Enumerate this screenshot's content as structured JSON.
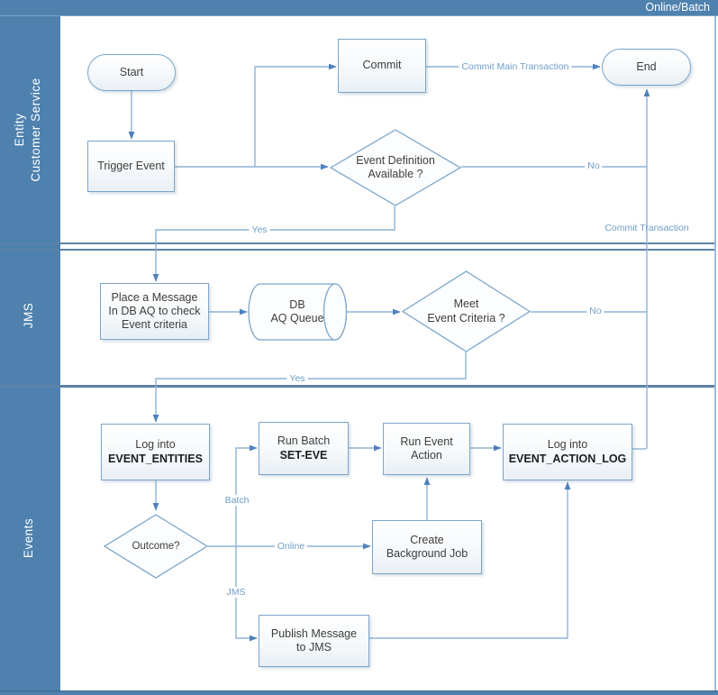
{
  "header": {
    "title": "Online/Batch"
  },
  "lanes": [
    {
      "label_lines": [
        "Entity",
        "Customer Service"
      ]
    },
    {
      "label_lines": [
        "JMS"
      ]
    },
    {
      "label_lines": [
        "Events"
      ]
    }
  ],
  "nodes": {
    "start": {
      "label": "Start"
    },
    "trigger_event": {
      "label": "Trigger Event"
    },
    "commit": {
      "label": "Commit"
    },
    "end": {
      "label": "End"
    },
    "event_definition": {
      "line1": "Event Definition",
      "line2": "Available ?"
    },
    "place_message": {
      "line1": "Place a Message",
      "line2": "In DB AQ to check",
      "line3": "Event criteria"
    },
    "db_aq_queue": {
      "line1": "DB",
      "line2": "AQ Queue"
    },
    "meet_criteria": {
      "line1": "Meet",
      "line2": "Event Criteria ?"
    },
    "log_entities": {
      "line1": "Log into",
      "line2": "EVENT_ENTITIES"
    },
    "run_batch": {
      "line1": "Run Batch",
      "line2": "SET-EVE"
    },
    "run_event_action": {
      "line1": "Run Event",
      "line2": "Action"
    },
    "log_action_log": {
      "line1": "Log into",
      "line2": "EVENT_ACTION_LOG"
    },
    "outcome": {
      "label": "Outcome?"
    },
    "create_background_job": {
      "line1": "Create",
      "line2": "Background Job"
    },
    "publish_message": {
      "line1": "Publish Message",
      "line2": "to JMS"
    }
  },
  "edge_labels": {
    "commit_main_transaction": "Commit Main Transaction",
    "commit_transaction": "Commit Transaction",
    "no_top": "No",
    "no_mid": "No",
    "yes_top": "Yes",
    "yes_mid": "Yes",
    "batch": "Batch",
    "online": "Online",
    "jms": "JMS"
  },
  "colors": {
    "accent_blue": "#4e81ae",
    "separator": "#5b82a8",
    "shape_border": "#7aa5cb",
    "connector_line": "#8db3d5",
    "arrowhead": "#4f81bd",
    "edge_label_text": "#6f9dc6",
    "node_text": "#3d3d3d"
  }
}
